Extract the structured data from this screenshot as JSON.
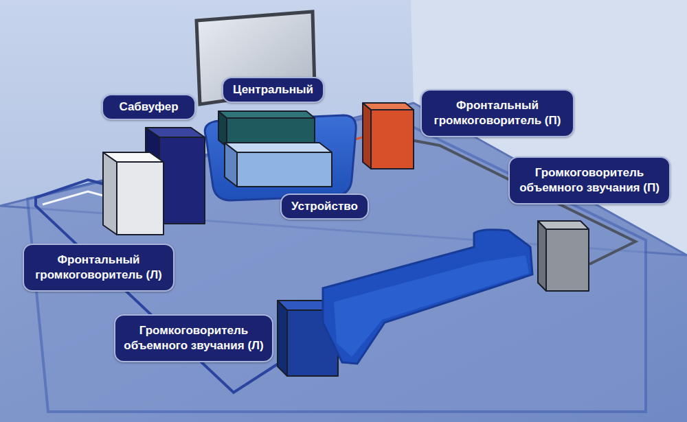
{
  "diagram": {
    "nodes": [
      {
        "text": [
          "Центральный"
        ]
      },
      {
        "text": [
          "Фронтальный громкоговоритель (П)"
        ]
      },
      {
        "text": [
          "Сабвуфер"
        ]
      },
      {
        "text": [
          "Громкоговоритель объемного звучания (П)"
        ]
      },
      {
        "text": [
          "Устройство"
        ]
      },
      {
        "text": [
          "Фронтальный громкоговоритель (Л)"
        ]
      },
      {
        "text": [
          "Громкоговоритель объемного звучания (Л)"
        ]
      }
    ]
  }
}
